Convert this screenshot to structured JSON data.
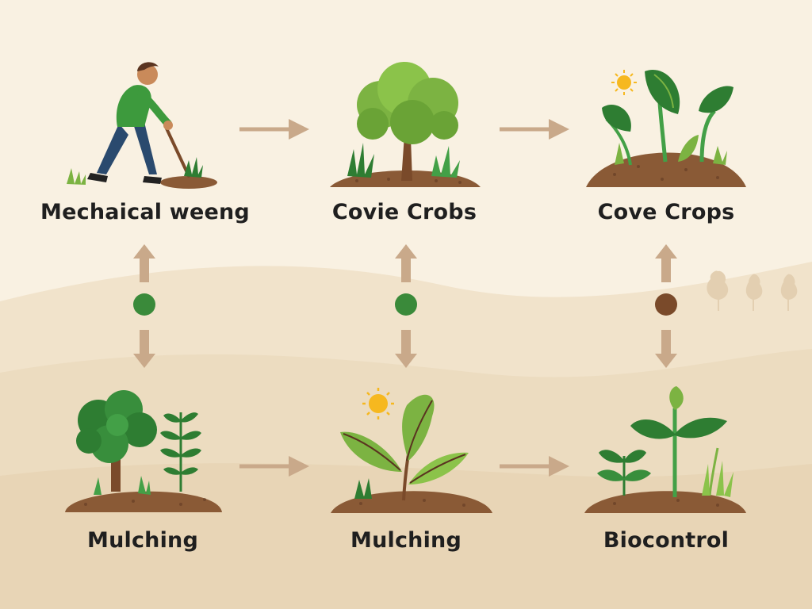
{
  "nodes": [
    {
      "id": "mechanical-weeding",
      "label": "Mechaical weeng",
      "icon": "person-hoeing-icon"
    },
    {
      "id": "covie-crobs",
      "label": "Covie Crobs",
      "icon": "tree-icon"
    },
    {
      "id": "cove-crops",
      "label": "Cove Crops",
      "icon": "leafy-sprouts-sun-icon"
    },
    {
      "id": "mulching-1",
      "label": "Mulching",
      "icon": "bush-and-fern-icon"
    },
    {
      "id": "mulching-2",
      "label": "Mulching",
      "icon": "large-leaf-sprout-sun-icon"
    },
    {
      "id": "biocontrol",
      "label": "Biocontrol",
      "icon": "seedlings-icon"
    }
  ],
  "connector_dots": [
    {
      "column": 1,
      "color": "#3a8a3a"
    },
    {
      "column": 2,
      "color": "#3a8a3a"
    },
    {
      "column": 3,
      "color": "#7a4a2a"
    }
  ],
  "colors": {
    "background": "#f9f1e2",
    "hills": "#efe0c6",
    "arrow": "#c9a98a",
    "soil": "#8a5a36",
    "leaf_dark": "#2e7d32",
    "leaf_light": "#7cb342",
    "sun": "#f6b81f"
  }
}
